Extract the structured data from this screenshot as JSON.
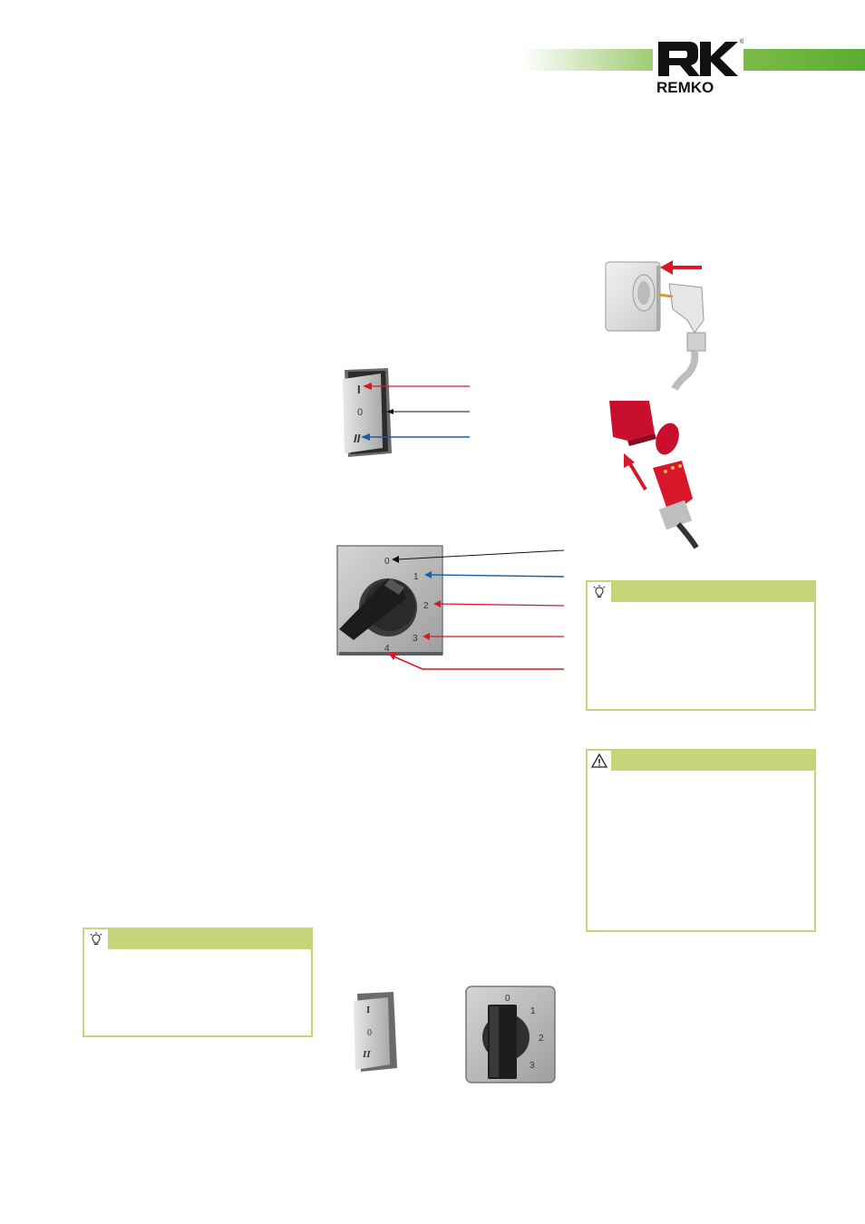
{
  "brand": {
    "name": "REMKO",
    "registered_mark": "®",
    "accent_color": "#6db33f",
    "box_color": "#c5d57a"
  },
  "rocker_switch": {
    "positions": [
      "I",
      "0",
      "II"
    ]
  },
  "rotary_switch": {
    "positions": [
      "0",
      "1",
      "2",
      "3",
      "4"
    ]
  },
  "small_rotary_switch": {
    "positions": [
      "0",
      "1",
      "2",
      "3"
    ]
  },
  "info_boxes": [
    {
      "icon": "lightbulb-icon"
    },
    {
      "icon": "warning-triangle-icon"
    },
    {
      "icon": "lightbulb-icon"
    }
  ],
  "arrow_colors": {
    "red": "#d7182a",
    "blue": "#1a5ea8",
    "black": "#111111"
  }
}
